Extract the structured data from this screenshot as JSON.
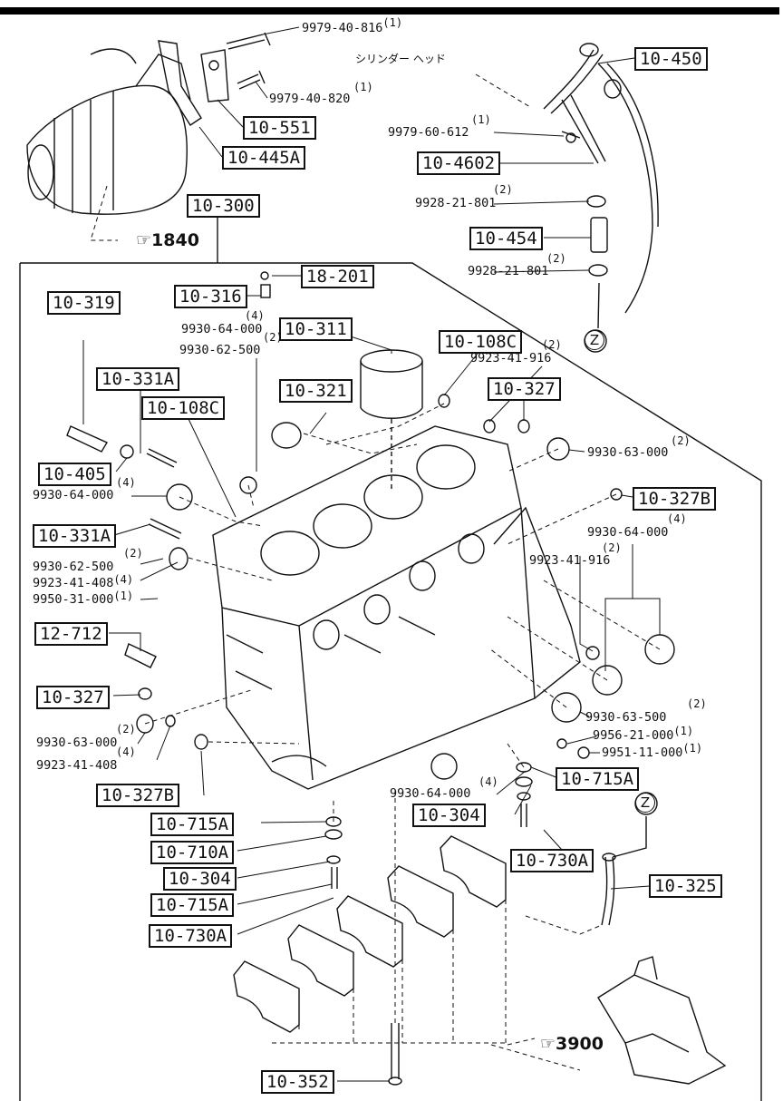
{
  "boxed_labels": [
    {
      "id": "b1",
      "text": "10-450"
    },
    {
      "id": "b2",
      "text": "10-551"
    },
    {
      "id": "b3",
      "text": "10-445A"
    },
    {
      "id": "b4",
      "text": "10-4602"
    },
    {
      "id": "b5",
      "text": "10-454"
    },
    {
      "id": "b6",
      "text": "10-300"
    },
    {
      "id": "b7",
      "text": "18-201"
    },
    {
      "id": "b8",
      "text": "10-316"
    },
    {
      "id": "b9",
      "text": "10-319"
    },
    {
      "id": "b10",
      "text": "10-311"
    },
    {
      "id": "b11",
      "text": "10-108C"
    },
    {
      "id": "b12",
      "text": "10-321"
    },
    {
      "id": "b13",
      "text": "10-327"
    },
    {
      "id": "b14",
      "text": "10-331A"
    },
    {
      "id": "b15",
      "text": "10-108C"
    },
    {
      "id": "b16",
      "text": "10-405"
    },
    {
      "id": "b17",
      "text": "10-327B"
    },
    {
      "id": "b18",
      "text": "10-331A"
    },
    {
      "id": "b19",
      "text": "12-712"
    },
    {
      "id": "b20",
      "text": "10-327"
    },
    {
      "id": "b21",
      "text": "10-327B"
    },
    {
      "id": "b22",
      "text": "10-715A"
    },
    {
      "id": "b23",
      "text": "10-304"
    },
    {
      "id": "b24",
      "text": "10-715A"
    },
    {
      "id": "b25",
      "text": "10-710A"
    },
    {
      "id": "b26",
      "text": "10-304"
    },
    {
      "id": "b27",
      "text": "10-715A"
    },
    {
      "id": "b28",
      "text": "10-730A"
    },
    {
      "id": "b29",
      "text": "10-730A"
    },
    {
      "id": "b30",
      "text": "10-325"
    },
    {
      "id": "b31",
      "text": "10-352"
    }
  ],
  "part_numbers": [
    {
      "id": "p1",
      "text": "9979-40-816",
      "qty": "(1)"
    },
    {
      "id": "p2",
      "text": "9979-40-820",
      "qty": "(1)"
    },
    {
      "id": "p3",
      "text": "9979-60-612",
      "qty": "(1)"
    },
    {
      "id": "p4",
      "text": "9928-21-801",
      "qty": "(2)"
    },
    {
      "id": "p5",
      "text": "9928-21-801",
      "qty": "(2)"
    },
    {
      "id": "p6",
      "text": "9930-64-000",
      "qty": "(4)"
    },
    {
      "id": "p7",
      "text": "9930-62-500",
      "qty": "(2)"
    },
    {
      "id": "p8",
      "text": "9923-41-916",
      "qty": "(2)"
    },
    {
      "id": "p9",
      "text": "9930-63-000",
      "qty": "(2)"
    },
    {
      "id": "p10",
      "text": "9930-64-000",
      "qty": "(4)"
    },
    {
      "id": "p11",
      "text": "9930-64-000",
      "qty": "(4)"
    },
    {
      "id": "p12",
      "text": "9930-62-500",
      "qty": "(2)"
    },
    {
      "id": "p13",
      "text": "9923-41-408",
      "qty": "(4)"
    },
    {
      "id": "p14",
      "text": "9950-31-000",
      "qty": "(1)"
    },
    {
      "id": "p15",
      "text": "9923-41-916",
      "qty": "(2)"
    },
    {
      "id": "p16",
      "text": "9930-63-500",
      "qty": "(2)"
    },
    {
      "id": "p17",
      "text": "9956-21-000",
      "qty": "(1)"
    },
    {
      "id": "p18",
      "text": "9951-11-000",
      "qty": "(1)"
    },
    {
      "id": "p19",
      "text": "9930-63-000",
      "qty": "(2)"
    },
    {
      "id": "p20",
      "text": "9923-41-408",
      "qty": "(4)"
    },
    {
      "id": "p21",
      "text": "9930-64-000",
      "qty": "(4)"
    }
  ],
  "refs": [
    {
      "id": "r1",
      "text": "1840"
    },
    {
      "id": "r2",
      "text": "3900"
    }
  ],
  "japanese_note": "シリンダー ヘッド",
  "markers": [
    {
      "id": "z1",
      "text": "Z"
    },
    {
      "id": "z2",
      "text": "Z"
    }
  ]
}
